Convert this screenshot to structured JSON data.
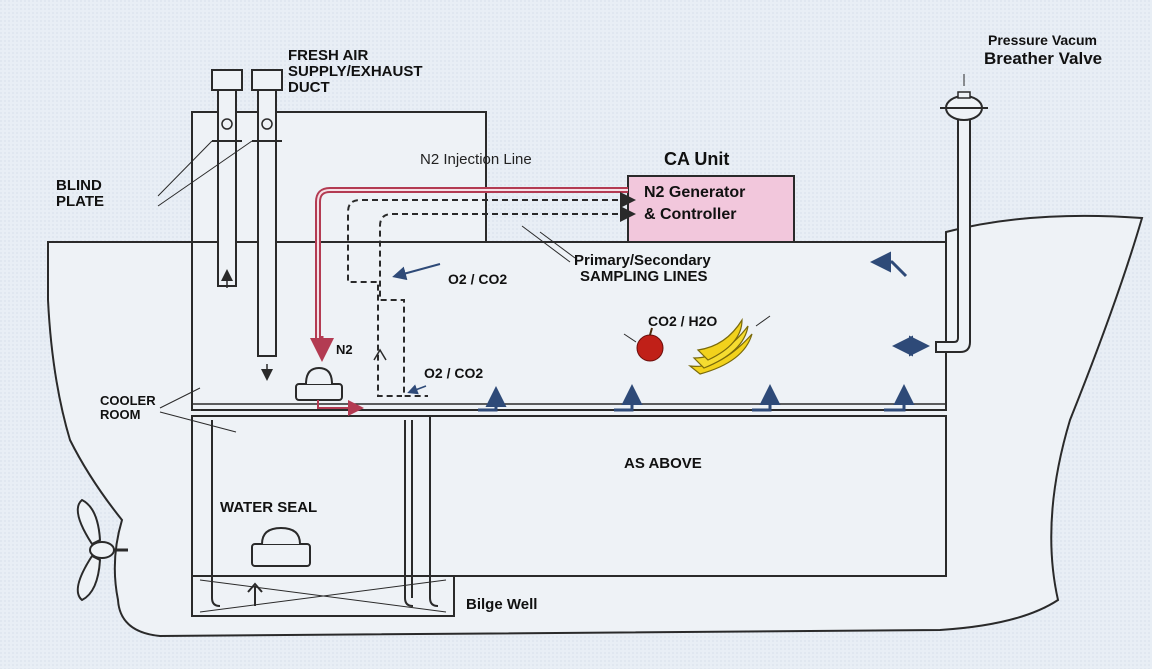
{
  "labels": {
    "fresh_air": [
      "FRESH AIR",
      "SUPPLY/EXHAUST",
      "DUCT"
    ],
    "blind_plate": [
      "BLIND",
      "PLATE"
    ],
    "pressure_vacuum": "Pressure Vacum",
    "breather_valve": "Breather Valve",
    "n2_injection_line": "N2 Injection Line",
    "ca_unit": "CA Unit",
    "n2_generator": "N2 Generator",
    "controller": "& Controller",
    "sampling_lines": [
      "Primary/Secondary",
      "SAMPLING LINES"
    ],
    "o2_co2_upper": "O2 / CO2",
    "o2_co2_lower": "O2 / CO2",
    "n2": "N2",
    "co2_h2o": "CO2 / H2O",
    "cooler_room": [
      "COOLER",
      "ROOM"
    ],
    "as_above": "AS ABOVE",
    "water_seal": "WATER SEAL",
    "bilge_well": "Bilge Well"
  },
  "colors": {
    "background": "#e3eaf3",
    "hull_fill": "#eef2f6",
    "outline": "#2a2a2a",
    "ca_unit_fill": "#f2c7dc",
    "n2_line": "#b33b52",
    "airflow_arrow": "#2e4a78",
    "apple": "#c02018",
    "banana": "#f2d21c"
  }
}
